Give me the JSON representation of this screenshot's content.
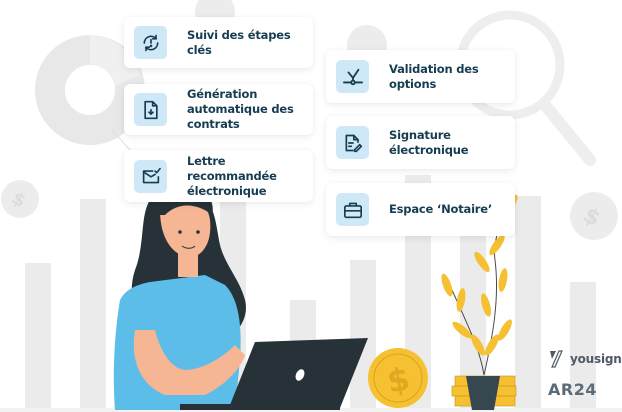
{
  "features_left": [
    {
      "label": "Suivi des étapes clés",
      "icon": "refresh-alert-icon"
    },
    {
      "label": "Génération automatique des contrats",
      "icon": "file-download-icon"
    },
    {
      "label": "Lettre recommandée électronique",
      "icon": "mail-check-icon"
    }
  ],
  "features_right": [
    {
      "label": "Validation des options",
      "icon": "branch-check-icon"
    },
    {
      "label": "Signature électronique",
      "icon": "file-sign-icon"
    },
    {
      "label": "Espace ‘Notaire’",
      "icon": "briefcase-icon"
    }
  ],
  "logos": {
    "yousign": "yousign",
    "ar24": "AR24"
  },
  "colors": {
    "card_text": "#173d53",
    "icon_bg": "#cfe8f7",
    "icon_stroke": "#173d53",
    "bg_shape": "#ebebeb",
    "coin_gold": "#f5c031",
    "shirt": "#5bbde8",
    "hair": "#263238",
    "skin": "#f6b593"
  }
}
